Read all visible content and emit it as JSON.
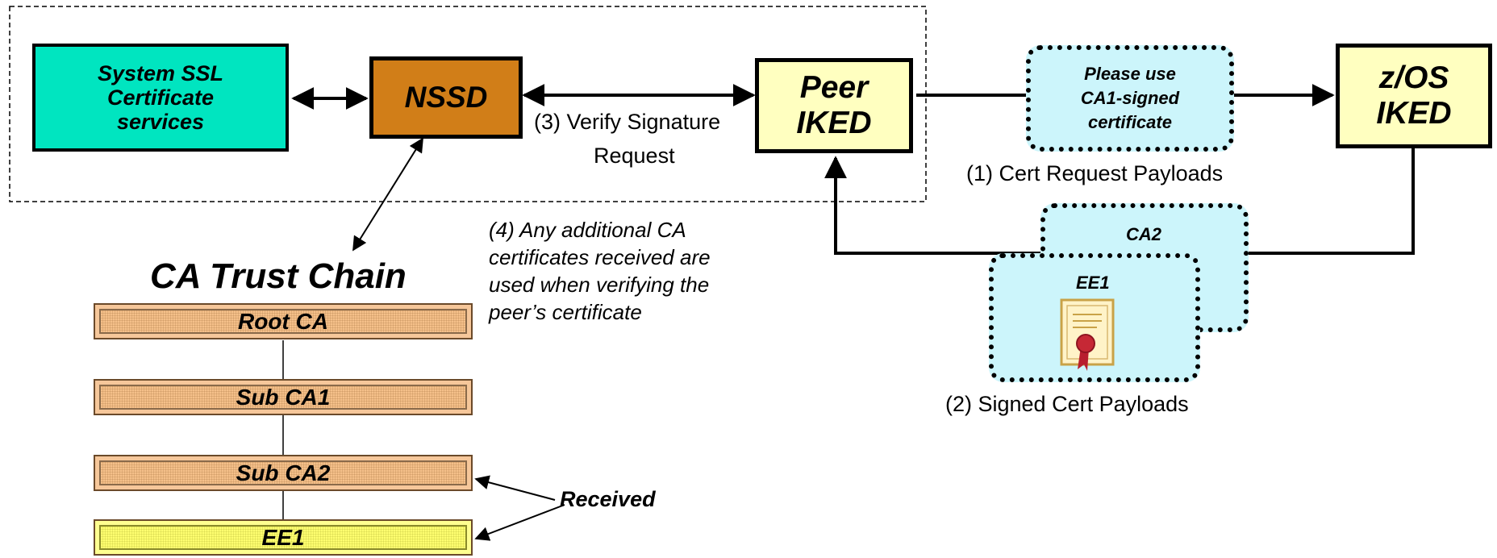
{
  "nodes": {
    "ssl": "System SSL\nCertificate\nservices",
    "nssd": "NSSD",
    "peer_iked": "Peer\nIKED",
    "zos_iked": "z/OS\nIKED",
    "cert_request_bubble": "Please use\nCA1-signed\ncertificate",
    "ca2_card": "CA2",
    "ee1_card": "EE1"
  },
  "labels": {
    "verify_signature": "(3) Verify Signature",
    "request": "Request",
    "cert_request_payloads": "(1) Cert Request Payloads",
    "signed_cert_payloads": "(2) Signed Cert Payloads",
    "additional_ca_note": "(4) Any additional CA\ncertificates received are\nused when verifying the\npeer’s certificate",
    "received": "Received"
  },
  "trust_chain": {
    "title": "CA Trust Chain",
    "items": [
      "Root CA",
      "Sub CA1",
      "Sub CA2",
      "EE1"
    ]
  },
  "colors": {
    "ssl_fill": "#00e5c0",
    "nssd_fill": "#d17e18",
    "iked_fill": "#ffffc0",
    "bubble_fill": "#ccf5fb",
    "chain_fill": "#f5c08a",
    "ee_fill": "#ffff70"
  }
}
